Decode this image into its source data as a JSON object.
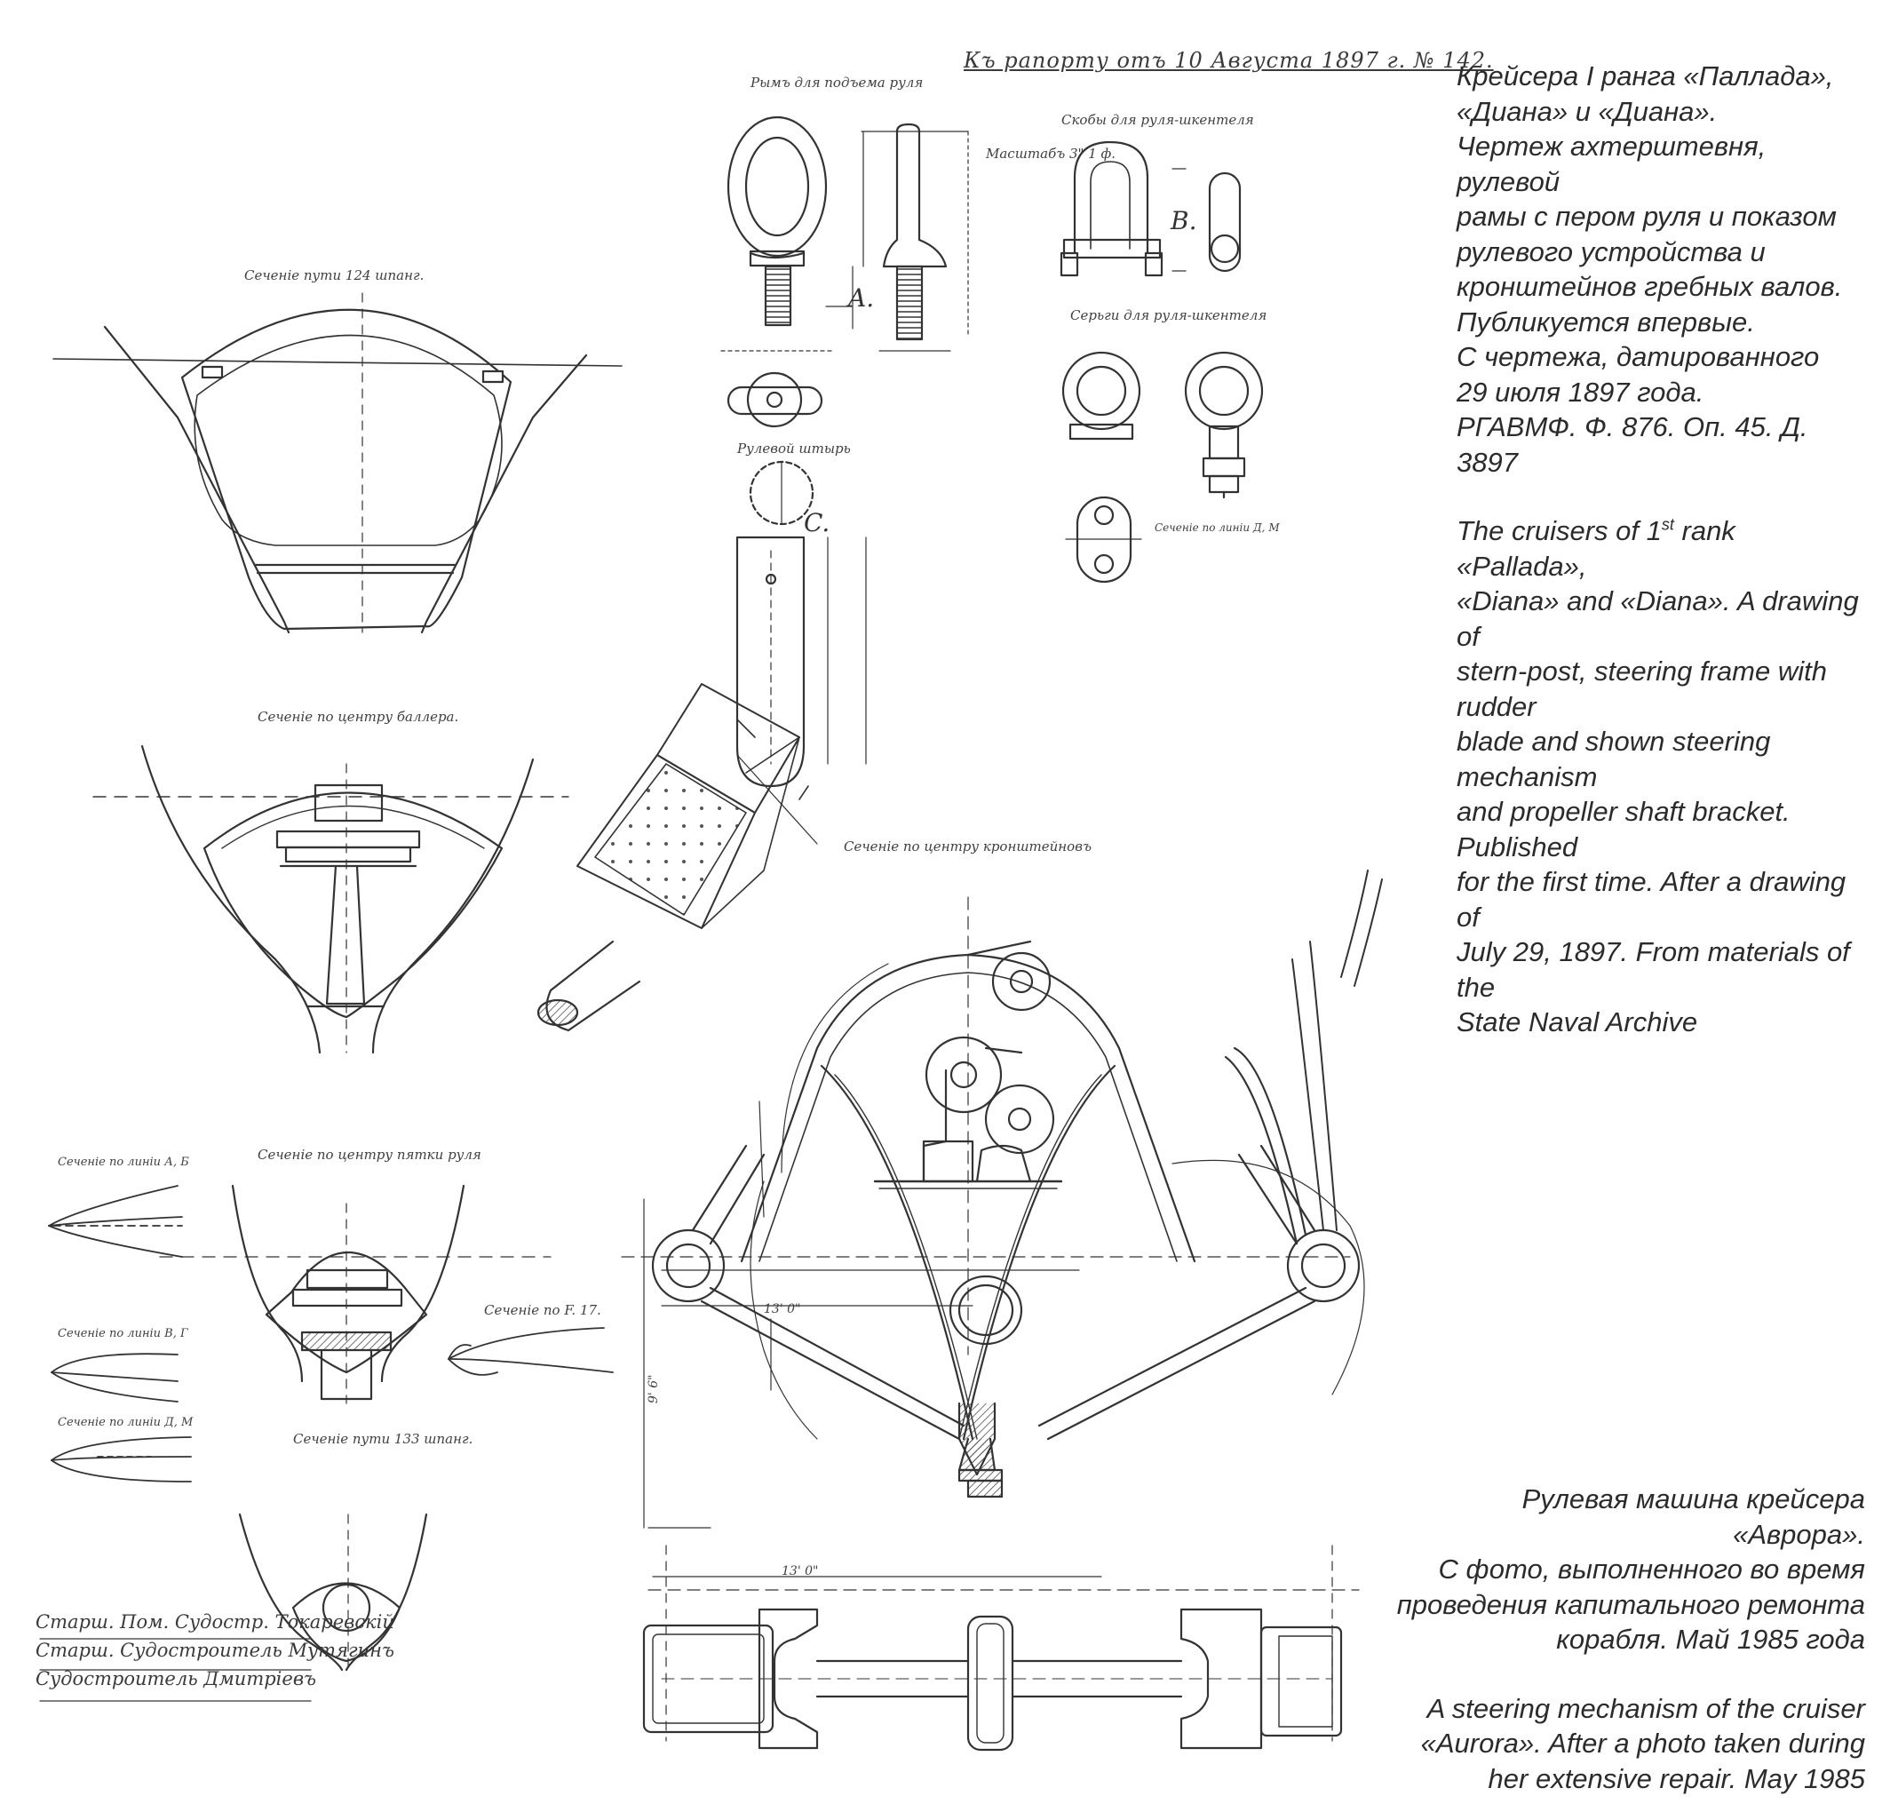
{
  "captions": {
    "top_ru": [
      "Крейсера I ранга «Паллада»,",
      "«Диана» и «Диана».",
      "Чертеж ахтерштевня, рулевой",
      "рамы с пером руля и показом",
      "рулевого устройства и",
      "кронштейнов гребных валов.",
      "Публикуется впервые.",
      "С чертежа, датированного",
      "29 июля 1897 года.",
      "РГАВМФ. Ф. 876. Оп. 45. Д. 3897"
    ],
    "top_en_line1_pre": "The cruisers of 1",
    "top_en_line1_sup": "st",
    "top_en_line1_post": " rank «Pallada»,",
    "top_en_rest": [
      "«Diana» and «Diana». A drawing of",
      "stern-post, steering frame with rudder",
      "blade and shown steering mechanism",
      "and propeller shaft bracket. Published",
      "for the first time. After a drawing of",
      "July 29, 1897. From materials of the",
      "State Naval Archive"
    ],
    "bottom_ru": [
      "Рулевая машина крейсера",
      "«Аврора».",
      "С фото, выполненного во время",
      "проведения капитального ремонта",
      "корабля. Май 1985 года"
    ],
    "bottom_en": [
      "A steering mechanism of the cruiser",
      "«Aurora». After a photo taken during",
      "her extensive repair. May 1985"
    ]
  },
  "handwritten": {
    "stamp": "Къ рапорту отъ 10 Августа 1897 г. № 142.",
    "labels": {
      "section_124": "Сеченiе пути 124 шпанг.",
      "section_baller": "Сеченiе по центру баллера.",
      "section_heel": "Сеченiе по центру пятки руля",
      "section_bracket": "Сеченiе по центру кронштейновъ",
      "section_133": "Сеченiе пути 133 шпанг.",
      "section_f": "Сеченiе по F. 17.",
      "rudder_eye": "Рымъ для подъема руля",
      "shackles": "Скобы для руля-шкентеля",
      "straps": "Серьги для руля-шкентеля",
      "pin": "Рулевой штырь",
      "scale": "Масштабъ 3\" 1 ф.",
      "letter_a": "A.",
      "letter_b": "В.",
      "letter_c": "C.",
      "line_ab": "Сеченiе по линiи А, Б",
      "line_vg": "Сеченiе по линiи В, Г",
      "line_dm": "Сеченiе по линiи Д, М",
      "dim_13": "13' 0\"",
      "dim_13b": "13' 0\"",
      "dim_9": "9' 6\""
    },
    "signature": [
      "Старш. Пом. Судостр. Токаревскiй",
      "Старш. Судостроитель Мутягинъ",
      "Судостроитель Дмитрiевъ"
    ]
  }
}
